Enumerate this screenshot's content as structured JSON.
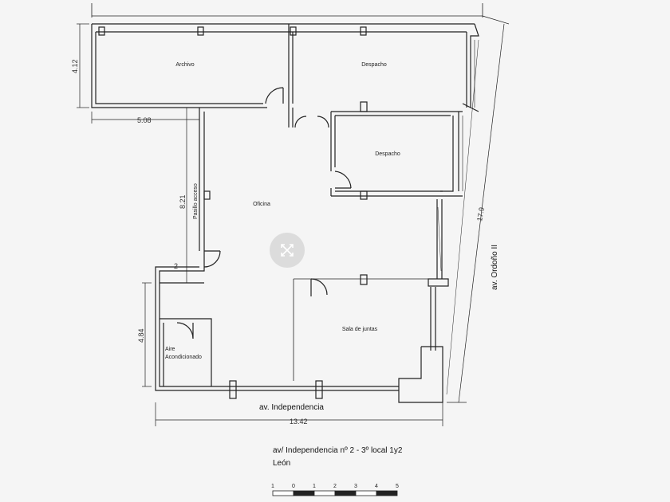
{
  "rooms": {
    "archivo": "Archivo",
    "despacho_top": "Despacho",
    "despacho_mid": "Despacho",
    "oficina": "Oficina",
    "sala_juntas": "Sala de juntas",
    "aire_line1": "Aire",
    "aire_line2": "Acondicionado",
    "pasillo": "Pasillo acceso"
  },
  "dimensions": {
    "d_412": "4.12",
    "d_508": "5.08",
    "d_821": "8.21",
    "d_2": "2",
    "d_484": "4.84",
    "d_1342": "13.42",
    "d_179": "17.9"
  },
  "streets": {
    "south": "av. Independencia",
    "east": "av. Ordoño II"
  },
  "address": {
    "line1": "av/ Independencia nº 2 - 3º local 1y2",
    "line2": "León"
  },
  "scale_bar": {
    "labels": [
      "1",
      "0",
      "1",
      "2",
      "3",
      "4",
      "5"
    ]
  },
  "icons": {
    "zoom": "expand-icon"
  }
}
